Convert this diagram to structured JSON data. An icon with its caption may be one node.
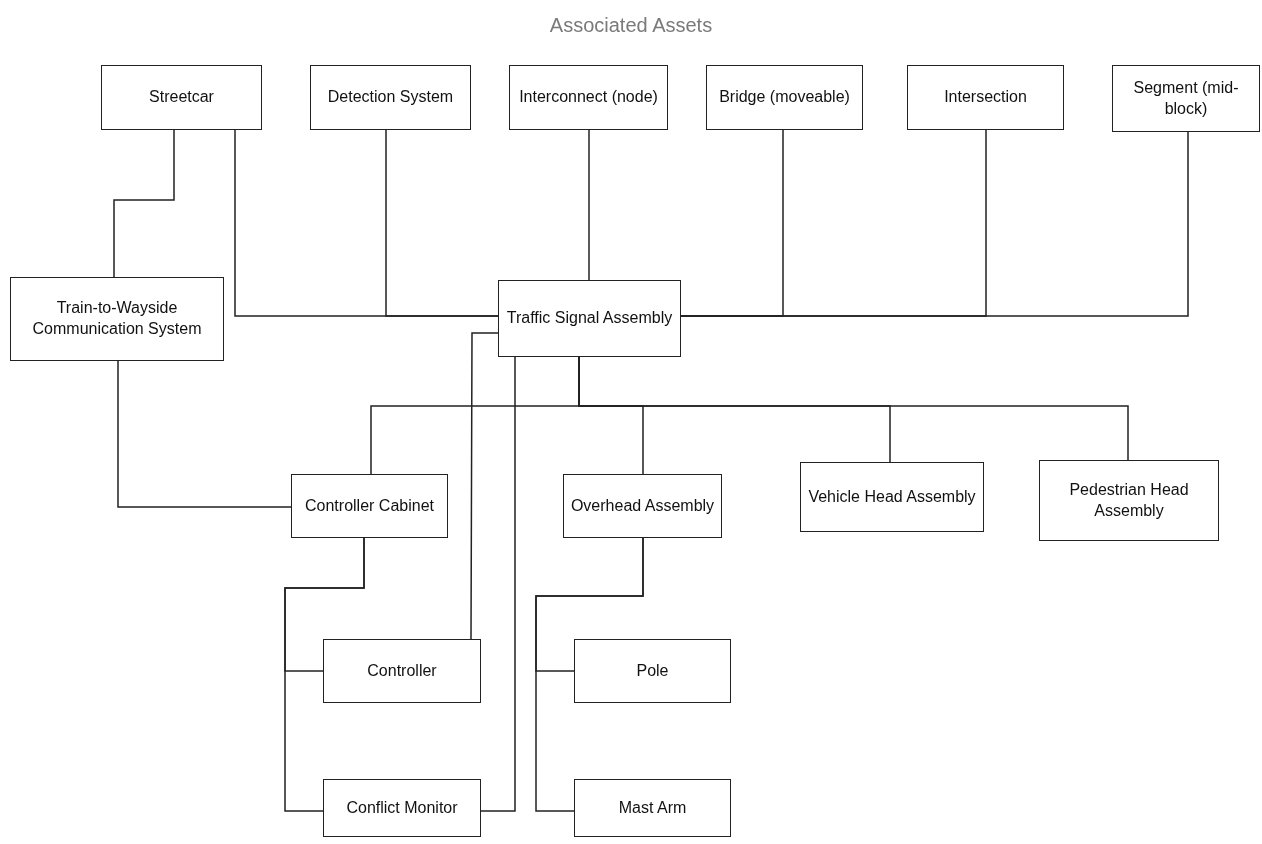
{
  "diagram": {
    "title": "Associated Assets",
    "nodes": [
      {
        "text": [
          "Streetcar"
        ]
      },
      {
        "text": [
          "Detection System"
        ]
      },
      {
        "text": [
          "Interconnect (node)"
        ]
      },
      {
        "text": [
          "Bridge (moveable)"
        ]
      },
      {
        "text": [
          "Intersection"
        ]
      },
      {
        "text": [
          "Segment (mid-block)"
        ]
      },
      {
        "text": [
          "Train-to-Wayside Communication System"
        ]
      },
      {
        "text": [
          "Traffic Signal Assembly"
        ]
      },
      {
        "text": [
          "Controller Cabinet"
        ]
      },
      {
        "text": [
          "Overhead Assembly"
        ]
      },
      {
        "text": [
          "Vehicle Head Assembly"
        ]
      },
      {
        "text": [
          "Pedestrian Head Assembly"
        ]
      },
      {
        "text": [
          "Controller"
        ]
      },
      {
        "text": [
          "Pole"
        ]
      },
      {
        "text": [
          "Conflict Monitor"
        ]
      },
      {
        "text": [
          "Mast Arm"
        ]
      }
    ],
    "edges": [
      {
        "from": 0,
        "to": 6,
        "arrow": "none"
      },
      {
        "from": 0,
        "to": 7,
        "arrow": "none"
      },
      {
        "from": 1,
        "to": 7,
        "arrow": "none"
      },
      {
        "from": 2,
        "to": 7,
        "arrow": "none"
      },
      {
        "from": 3,
        "to": 7,
        "arrow": "none"
      },
      {
        "from": 4,
        "to": 7,
        "arrow": "none"
      },
      {
        "from": 5,
        "to": 7,
        "arrow": "none"
      },
      {
        "from": 7,
        "to": 8,
        "arrow": "none"
      },
      {
        "from": 7,
        "to": 9,
        "arrow": "none"
      },
      {
        "from": 7,
        "to": 10,
        "arrow": "none"
      },
      {
        "from": 7,
        "to": 11,
        "arrow": "none"
      },
      {
        "from": 6,
        "to": 8,
        "arrow": "none"
      },
      {
        "from": 8,
        "to": 12,
        "arrow": "none"
      },
      {
        "from": 8,
        "to": 14,
        "arrow": "none"
      },
      {
        "from": 9,
        "to": 13,
        "arrow": "none"
      },
      {
        "from": 9,
        "to": 15,
        "arrow": "none"
      },
      {
        "from": 7,
        "to": 12,
        "arrow": "none"
      },
      {
        "from": 7,
        "to": 14,
        "arrow": "none"
      }
    ]
  }
}
